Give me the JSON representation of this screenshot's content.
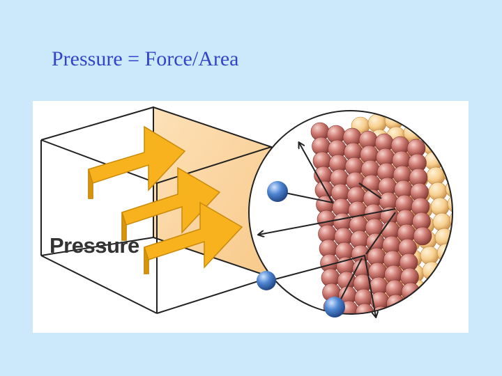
{
  "slide": {
    "title": "Pressure = Force/Area",
    "background_color": "#cce9fb",
    "title_color": "#3344c8"
  },
  "figure": {
    "cube_label": "Pressure",
    "colors": {
      "arrow_fill": "#f8b21e",
      "arrow_stroke": "#c98a0a",
      "cube_back_face": "#fbd6a3",
      "cube_edges": "#222222",
      "wall_particle": "#c0605a",
      "wall_particle_back": "#f6c88a",
      "gas_molecule": "#3a6ec0",
      "trajectory": "#222222"
    },
    "icons": [
      "force-arrow",
      "gas-molecule",
      "wall-particle",
      "trajectory-arrow"
    ]
  }
}
